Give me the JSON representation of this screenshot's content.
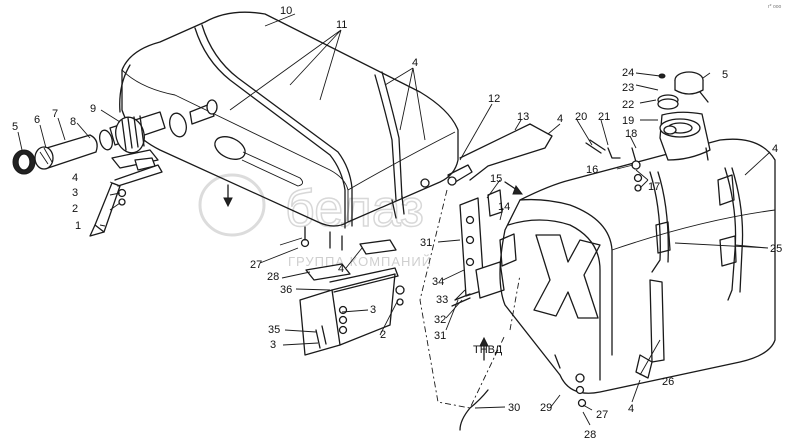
{
  "diagram": {
    "callouts": {
      "c1": "1",
      "c2": "2",
      "c3": "3",
      "c4": "4",
      "c5": "5",
      "c6": "6",
      "c7": "7",
      "c8": "8",
      "c9": "9",
      "c10": "10",
      "c11": "11",
      "c12": "12",
      "c13": "13",
      "c14": "14",
      "c15": "15",
      "c16": "16",
      "c17": "17",
      "c18": "18",
      "c19": "19",
      "c20": "20",
      "c21": "21",
      "c22": "22",
      "c23": "23",
      "c24": "24",
      "c25": "25",
      "c26": "26",
      "c27": "27",
      "c28": "28",
      "c29": "29",
      "c30": "30",
      "c31": "31",
      "c32": "32",
      "c33": "33",
      "c34": "34",
      "c35": "35",
      "c36": "36"
    },
    "arrow_label": "ТНВД",
    "corner_stamp": "r* ooo"
  },
  "watermark": {
    "brand": "белаз",
    "subtitle": "ГРУППА КОМПАНИЙ"
  }
}
